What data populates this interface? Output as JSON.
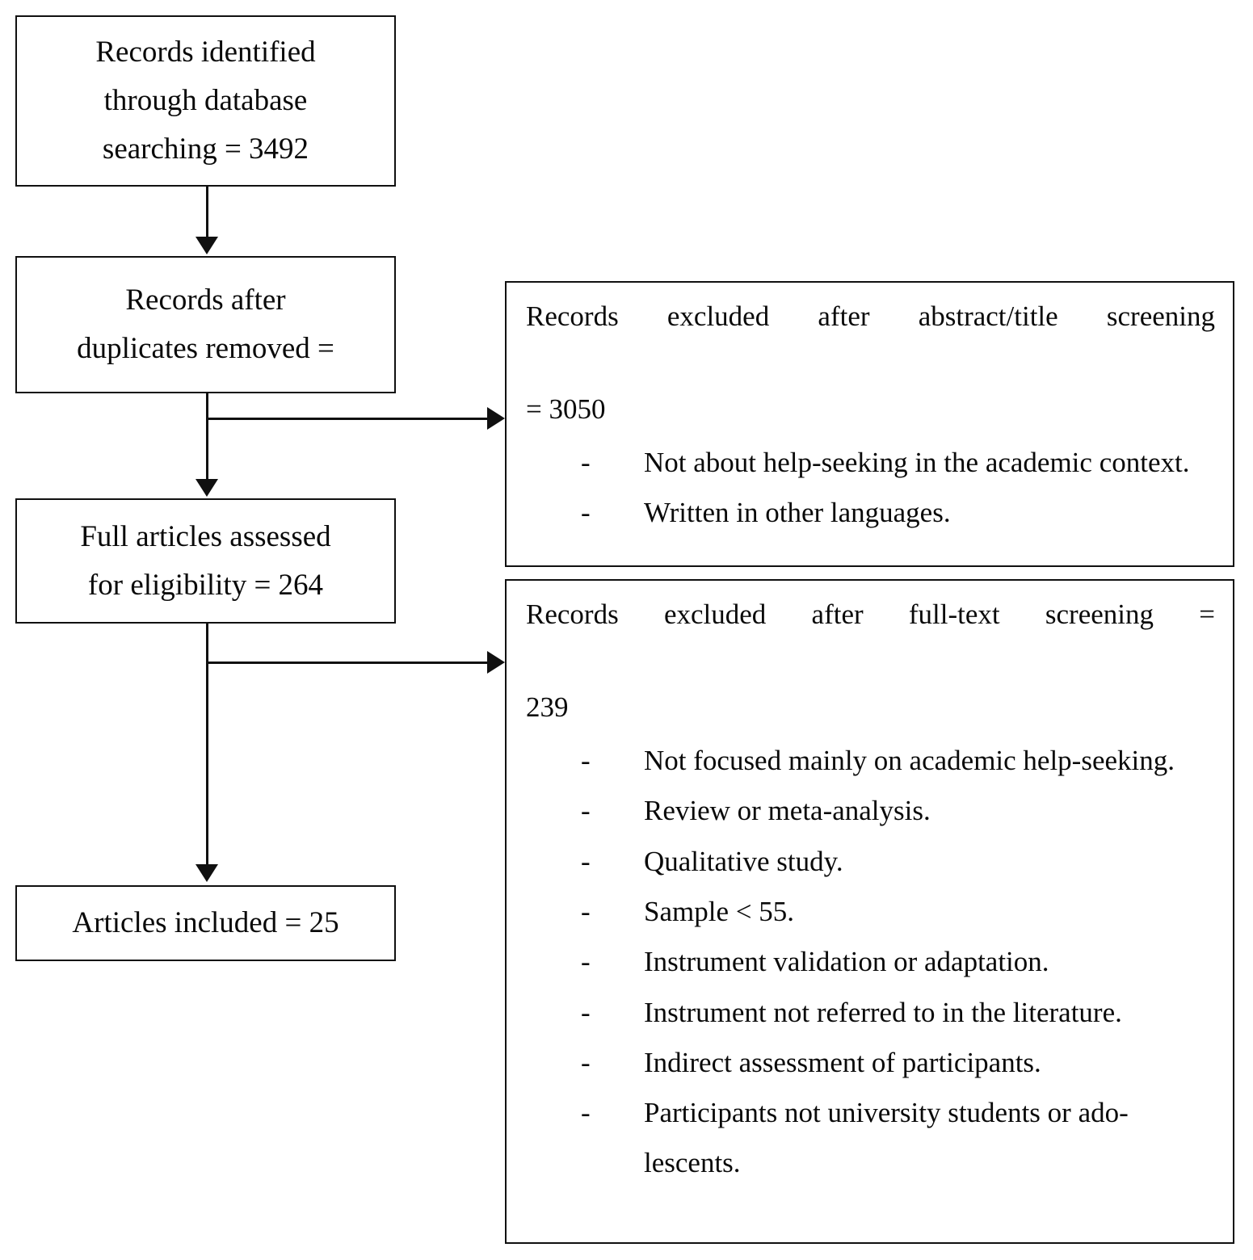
{
  "diagram": {
    "type": "prisma-flow-diagram",
    "flow_boxes": [
      {
        "id": "identified",
        "lines": [
          "Records identified",
          "through database",
          "searching = 3492"
        ]
      },
      {
        "id": "deduplicated",
        "lines": [
          "Records after",
          "duplicates removed ="
        ]
      },
      {
        "id": "assessed",
        "lines": [
          "Full articles assessed",
          "for eligibility = 264"
        ]
      },
      {
        "id": "included",
        "lines": [
          "Articles included = 25"
        ]
      }
    ],
    "exclusion_boxes": [
      {
        "id": "abstract-title-screening",
        "heading": "Records excluded after abstract/title screening",
        "count_line": "= 3050",
        "reasons": [
          "Not about help-seeking in the academic context.",
          "Written in other languages."
        ]
      },
      {
        "id": "full-text-screening",
        "heading": "Records excluded after full-text screening =",
        "count_line": "239",
        "reasons": [
          "Not focused mainly on academic help-seeking.",
          "Review or meta-analysis.",
          "Qualitative study.",
          "Sample < 55.",
          "Instrument validation or adaptation.",
          "Instrument not referred to in the literature.",
          "Indirect assessment of participants.",
          "Participants not university students or ado-lescents."
        ]
      }
    ],
    "bullet_marker": "-",
    "colors": {
      "stroke": "#101010",
      "background": "#ffffff",
      "text": "#0a0a0a"
    }
  }
}
